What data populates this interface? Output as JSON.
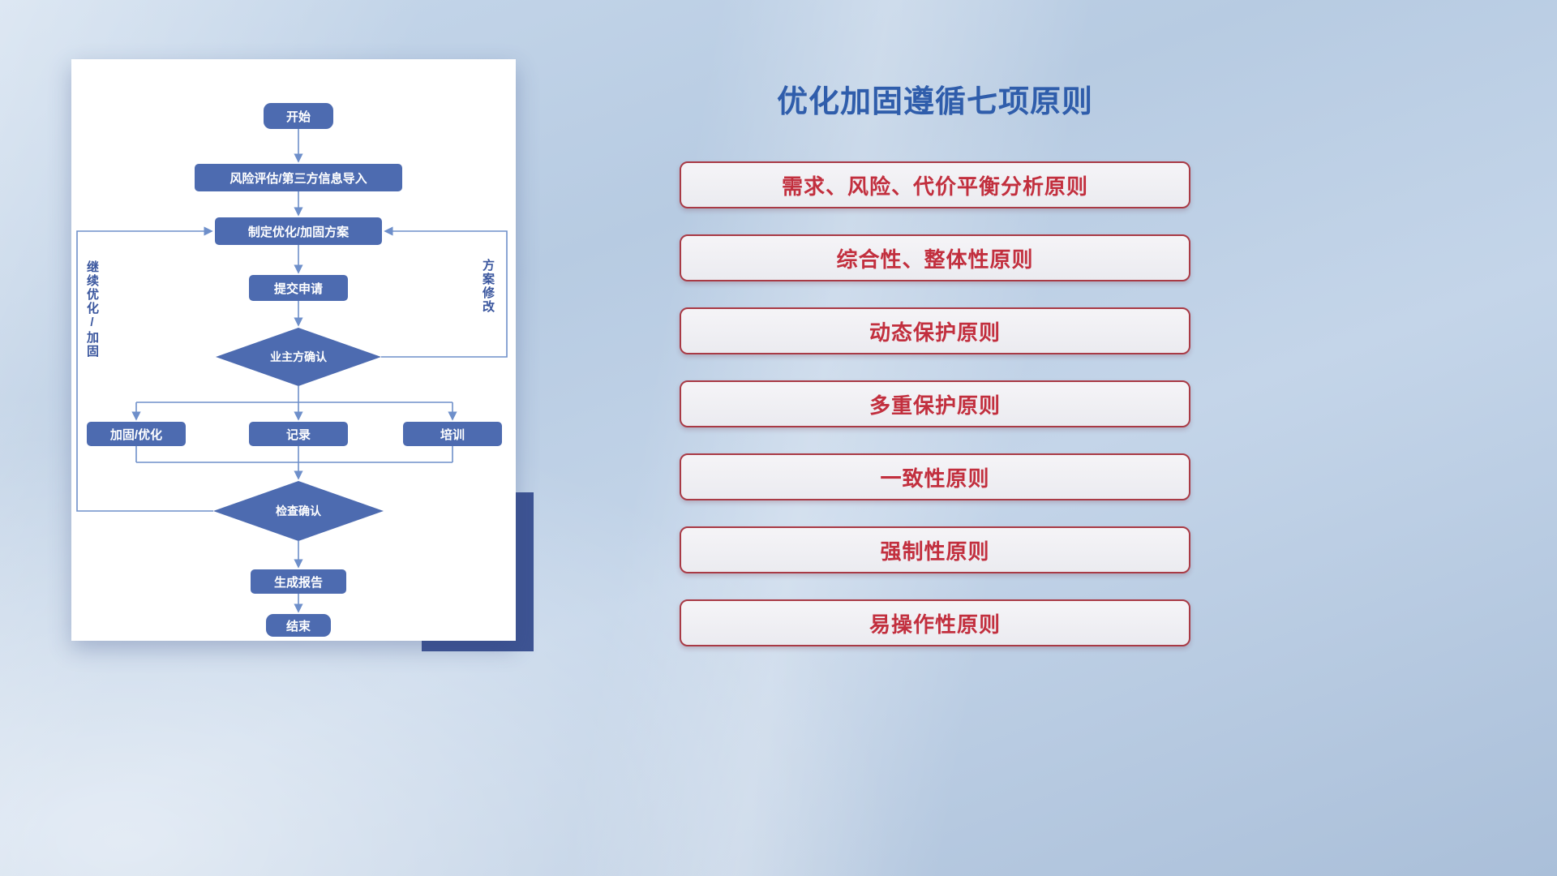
{
  "flowchart": {
    "nodes": {
      "start": "开始",
      "risk_import": "风险评估/第三方信息导入",
      "plan": "制定优化/加固方案",
      "submit": "提交申请",
      "owner_confirm": "业主方确认",
      "harden": "加固/优化",
      "record": "记录",
      "training": "培训",
      "check_confirm": "检查确认",
      "report": "生成报告",
      "end": "结束"
    },
    "loop_labels": {
      "left": "继续优化/加固",
      "right": "方案修改"
    },
    "colors": {
      "node_fill": "#4d6bb0",
      "line": "#6e8fca"
    }
  },
  "panel": {
    "title": "优化加固遵循七项原则",
    "title_color": "#2f5dab",
    "text_color": "#c22f3e",
    "border_color": "#a93a45",
    "principles": [
      "需求、风险、代价平衡分析原则",
      "综合性、整体性原则",
      "动态保护原则",
      "多重保护原则",
      "一致性原则",
      "强制性原则",
      "易操作性原则"
    ]
  }
}
